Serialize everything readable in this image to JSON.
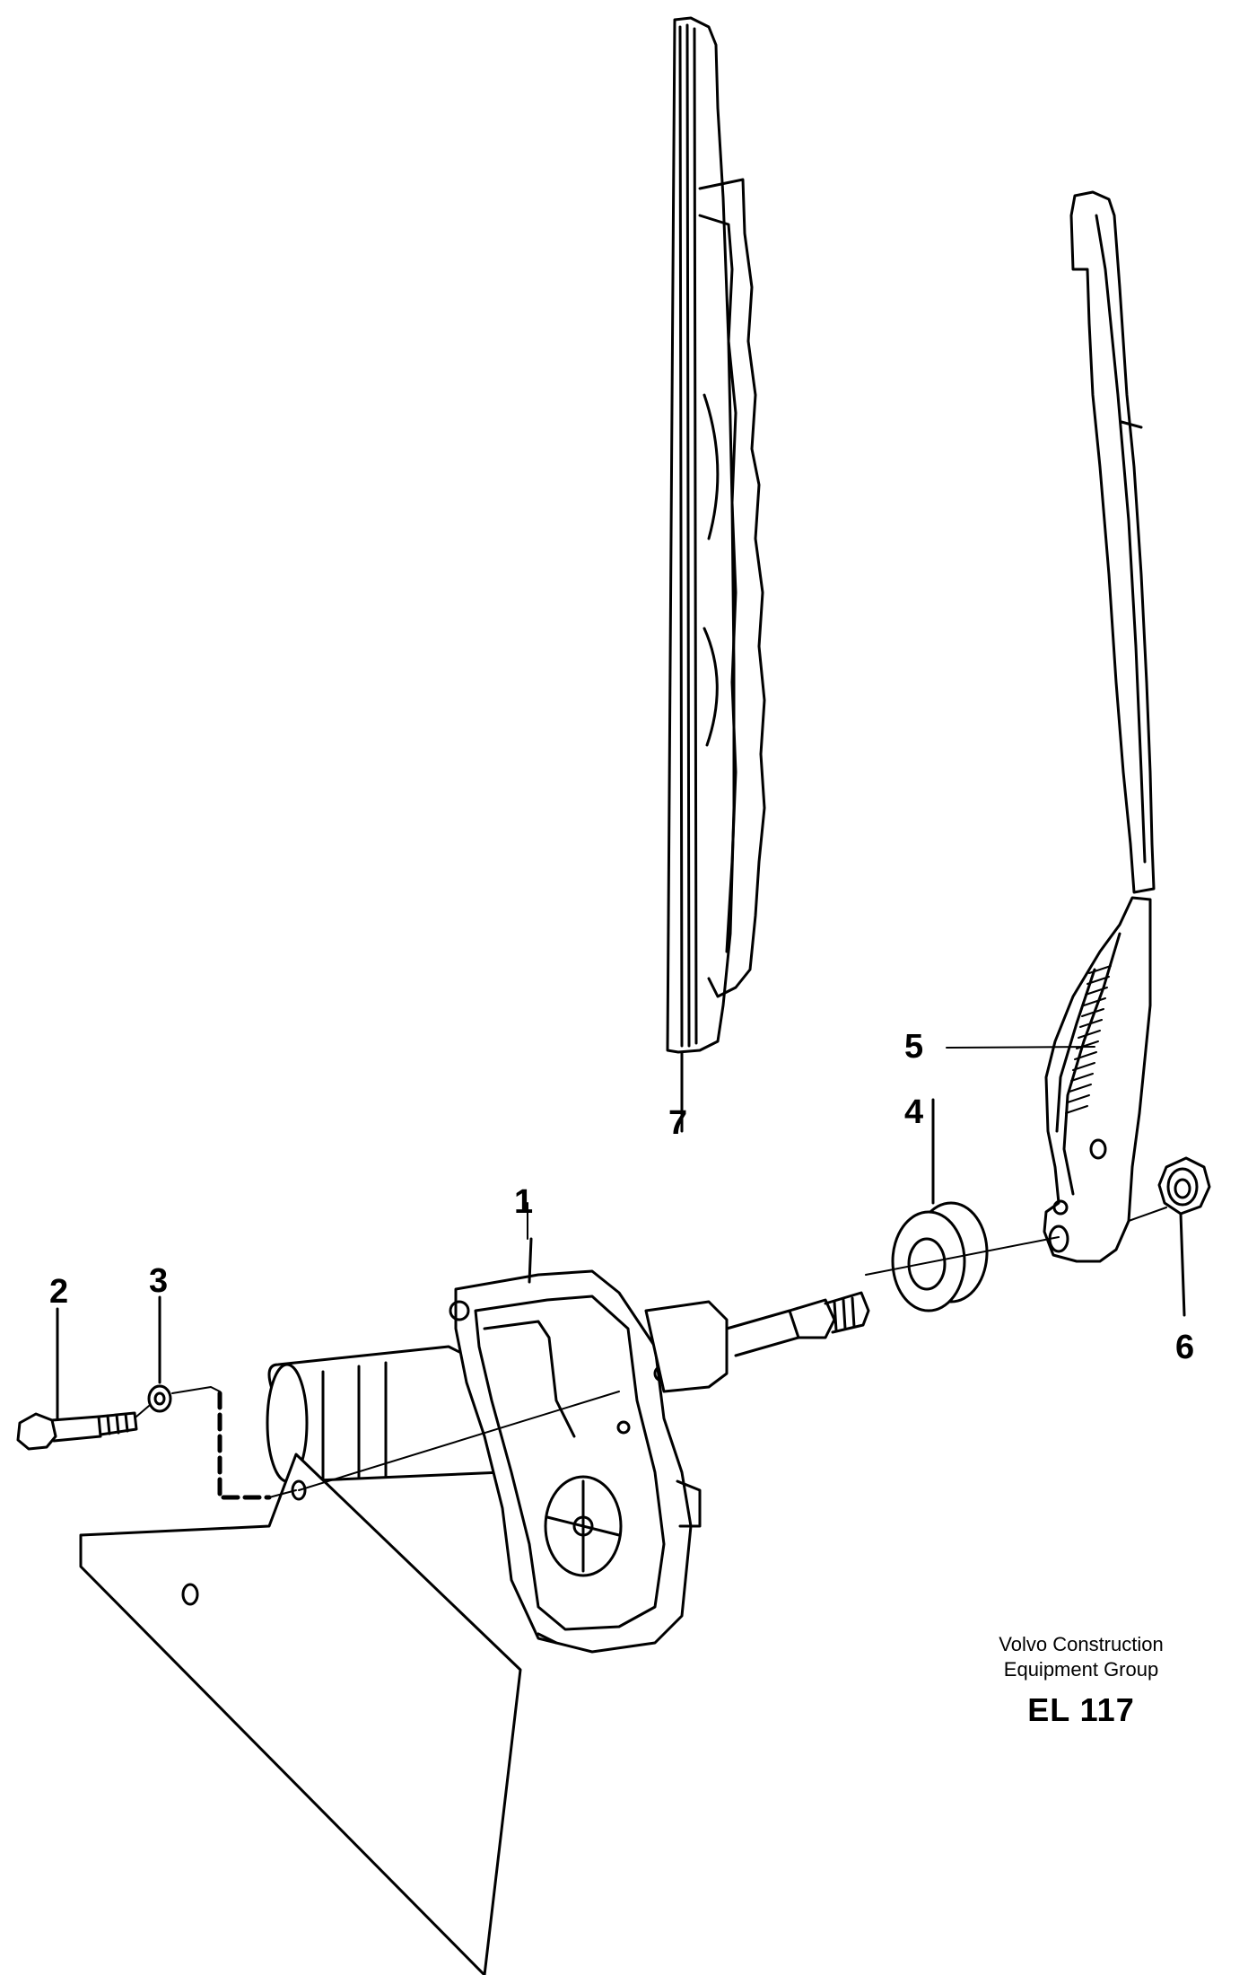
{
  "callouts": [
    {
      "id": "1",
      "label": "1",
      "part": "wiper-motor"
    },
    {
      "id": "2",
      "label": "2",
      "part": "bolt"
    },
    {
      "id": "3",
      "label": "3",
      "part": "washer"
    },
    {
      "id": "4",
      "label": "4",
      "part": "seal"
    },
    {
      "id": "5",
      "label": "5",
      "part": "wiper-arm"
    },
    {
      "id": "6",
      "label": "6",
      "part": "nut"
    },
    {
      "id": "7",
      "label": "7",
      "part": "wiper-blade"
    }
  ],
  "credit": {
    "line1": "Volvo Construction",
    "line2": "Equipment Group",
    "code": "EL 117"
  }
}
